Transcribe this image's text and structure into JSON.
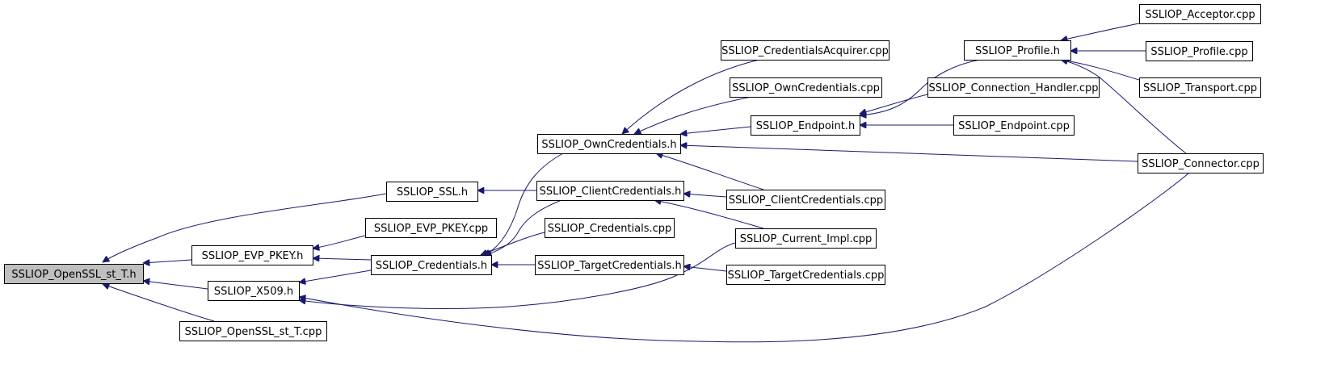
{
  "diagram": {
    "type": "include-dependency-graph",
    "root": "n0",
    "colors": {
      "edge": "#191970",
      "root_fill": "#bfbfbf",
      "node_fill": "#ffffff",
      "node_border": "#000000"
    },
    "nodes": [
      {
        "id": "n0",
        "label": "SSLIOP_OpenSSL_st_T.h"
      },
      {
        "id": "n1",
        "label": "SSLIOP_SSL.h"
      },
      {
        "id": "n2",
        "label": "SSLIOP_EVP_PKEY.h"
      },
      {
        "id": "n3",
        "label": "SSLIOP_X509.h"
      },
      {
        "id": "n4",
        "label": "SSLIOP_OpenSSL_st_T.cpp"
      },
      {
        "id": "n5",
        "label": "SSLIOP_EVP_PKEY.cpp"
      },
      {
        "id": "n6",
        "label": "SSLIOP_Credentials.h"
      },
      {
        "id": "n7",
        "label": "SSLIOP_OwnCredentials.h"
      },
      {
        "id": "n8",
        "label": "SSLIOP_ClientCredentials.h"
      },
      {
        "id": "n9",
        "label": "SSLIOP_Credentials.cpp"
      },
      {
        "id": "n10",
        "label": "SSLIOP_TargetCredentials.h"
      },
      {
        "id": "n11",
        "label": "SSLIOP_CredentialsAcquirer.cpp"
      },
      {
        "id": "n12",
        "label": "SSLIOP_OwnCredentials.cpp"
      },
      {
        "id": "n13",
        "label": "SSLIOP_Endpoint.h"
      },
      {
        "id": "n14",
        "label": "SSLIOP_ClientCredentials.cpp"
      },
      {
        "id": "n15",
        "label": "SSLIOP_Current_Impl.cpp"
      },
      {
        "id": "n16",
        "label": "SSLIOP_TargetCredentials.cpp"
      },
      {
        "id": "n17",
        "label": "SSLIOP_Profile.h"
      },
      {
        "id": "n18",
        "label": "SSLIOP_Connection_Handler.cpp"
      },
      {
        "id": "n19",
        "label": "SSLIOP_Endpoint.cpp"
      },
      {
        "id": "n20",
        "label": "SSLIOP_Acceptor.cpp"
      },
      {
        "id": "n21",
        "label": "SSLIOP_Profile.cpp"
      },
      {
        "id": "n22",
        "label": "SSLIOP_Transport.cpp"
      },
      {
        "id": "n23",
        "label": "SSLIOP_Connector.cpp"
      }
    ],
    "edges": [
      {
        "from": "n1",
        "to": "n0"
      },
      {
        "from": "n2",
        "to": "n0"
      },
      {
        "from": "n3",
        "to": "n0"
      },
      {
        "from": "n4",
        "to": "n0"
      },
      {
        "from": "n8",
        "to": "n1"
      },
      {
        "from": "n5",
        "to": "n2"
      },
      {
        "from": "n6",
        "to": "n2"
      },
      {
        "from": "n6",
        "to": "n3"
      },
      {
        "from": "n15",
        "to": "n3"
      },
      {
        "from": "n23",
        "to": "n3"
      },
      {
        "from": "n7",
        "to": "n6"
      },
      {
        "from": "n8",
        "to": "n6"
      },
      {
        "from": "n9",
        "to": "n6"
      },
      {
        "from": "n10",
        "to": "n6"
      },
      {
        "from": "n11",
        "to": "n7"
      },
      {
        "from": "n12",
        "to": "n7"
      },
      {
        "from": "n13",
        "to": "n7"
      },
      {
        "from": "n14",
        "to": "n7"
      },
      {
        "from": "n23",
        "to": "n7"
      },
      {
        "from": "n14",
        "to": "n8"
      },
      {
        "from": "n15",
        "to": "n8"
      },
      {
        "from": "n16",
        "to": "n10"
      },
      {
        "from": "n17",
        "to": "n13"
      },
      {
        "from": "n18",
        "to": "n13"
      },
      {
        "from": "n19",
        "to": "n13"
      },
      {
        "from": "n20",
        "to": "n17"
      },
      {
        "from": "n21",
        "to": "n17"
      },
      {
        "from": "n22",
        "to": "n17"
      },
      {
        "from": "n23",
        "to": "n17"
      }
    ]
  }
}
